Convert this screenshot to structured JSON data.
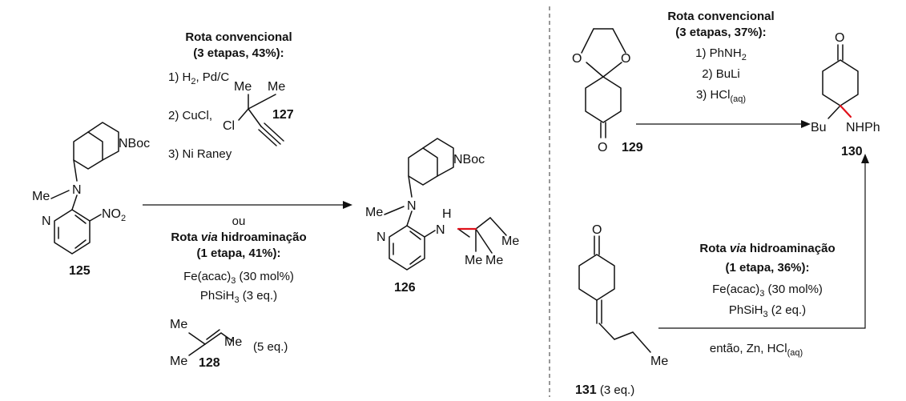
{
  "left": {
    "conv": {
      "title": "Rota convencional",
      "sub": "(3 etapas, 43%):",
      "s1": "1) H",
      "s1b": ", Pd/C",
      "s2": "2) CuCl,",
      "s3": "3) Ni Raney"
    },
    "ou": "ou",
    "hydro": {
      "title_a": "Rota ",
      "title_via": "via",
      "title_b": " hidroaminação",
      "sub": "(1 etapa, 41%):",
      "r1a": "Fe(acac)",
      "r1b": " (30 mol%)",
      "r2a": "PhSiH",
      "r2b": " (3 eq.)",
      "r3": "(5 eq.)"
    }
  },
  "right": {
    "conv": {
      "title": "Rota convencional",
      "sub": "(3 etapas, 37%):",
      "s1": "1) PhNH",
      "s2": "2) BuLi",
      "s3": "3) HCl"
    },
    "hydro": {
      "title_a": "Rota ",
      "title_via": "via",
      "title_b": " hidroaminação",
      "sub": "(1 etapa, 36%):",
      "r1a": "Fe(acac)",
      "r1b": " (30 mol%)",
      "r2a": "PhSiH",
      "r2b": " (2 eq.)",
      "r3a": "então, Zn, HCl"
    },
    "cpd131_extra": " (3 eq.)"
  },
  "sub_text": {
    "two": "2",
    "three": "3",
    "aq": "(aq)"
  },
  "atoms": {
    "me": "Me",
    "n": "N",
    "nboc": "NBoc",
    "no": "NO",
    "cl": "Cl",
    "h": "H",
    "o": "O",
    "bu": "Bu",
    "nhph": "NHPh"
  },
  "compounds": {
    "c125": "125",
    "c126": "126",
    "c127": "127",
    "c128": "128",
    "c129": "129",
    "c130": "130",
    "c131": "131"
  }
}
